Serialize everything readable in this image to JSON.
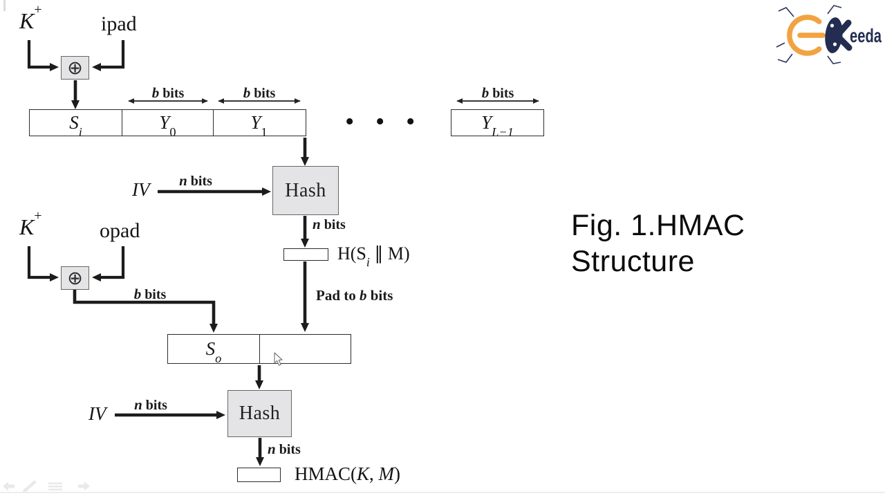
{
  "caption": {
    "line1": "Fig. 1.HMAC",
    "line2": "Structure"
  },
  "logo": {
    "text": "eeda",
    "orange": "#F2A341",
    "navy": "#232D52"
  },
  "diagram": {
    "xor_symbol": "⊕",
    "keys": {
      "inner": {
        "name": "K",
        "sup": "+",
        "pad_label": "ipad"
      },
      "outer": {
        "name": "K",
        "sup": "+",
        "pad_label": "opad"
      }
    },
    "blocks": {
      "si": {
        "base": "S",
        "sub": "i"
      },
      "y0": {
        "base": "Y",
        "sub": "0"
      },
      "y1": {
        "base": "Y",
        "sub": "1"
      },
      "yl": {
        "base": "Y",
        "sub": "L−1"
      },
      "so": {
        "base": "S",
        "sub": "o"
      },
      "ellipsis_dot": "•"
    },
    "labels": {
      "b_bits": {
        "var": "b",
        "rest": " bits"
      },
      "n_bits": {
        "var": "n",
        "rest": " bits"
      },
      "iv": "IV",
      "hash": "Hash",
      "h_out": {
        "pre": "H(S",
        "sub": "i",
        "post": " ∥ M)"
      },
      "pad": {
        "pre": "Pad to ",
        "var": "b",
        "post": " bits"
      },
      "hmac": {
        "pre": "HMAC(",
        "k": "K",
        "sep": ", ",
        "m": "M",
        "post": ")"
      }
    }
  },
  "toolbar": {
    "icons": [
      "previous-arrow",
      "pencil",
      "notes",
      "next-arrow"
    ]
  },
  "colors": {
    "line": "#1c1c1c",
    "box_fill": "#e4e4e6",
    "background": "#ffffff"
  }
}
